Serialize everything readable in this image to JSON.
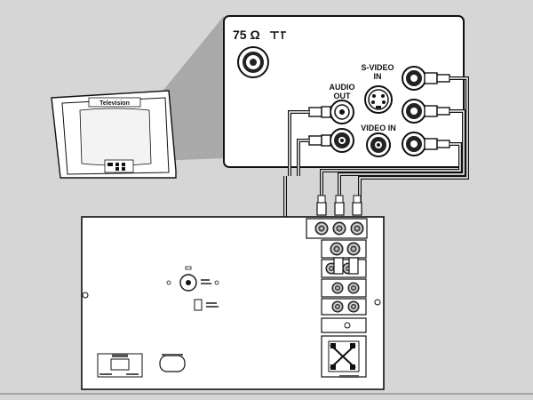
{
  "tv": {
    "label": "Television",
    "impedance_label": "75 Ω",
    "audio_out_label": [
      "AUDIO",
      "OUT"
    ],
    "svideo_in_label": [
      "S-VIDEO",
      "IN"
    ],
    "video_in_label": "VIDEO IN"
  },
  "colors": {
    "background": "#d6d6d6",
    "panel": "#ffffff",
    "line": "#111111",
    "zoom_wedge": "#a9a9a9"
  },
  "icons": [
    "antenna-jack-icon",
    "rca-jack-icon",
    "svideo-jack-icon",
    "rca-plug-icon",
    "power-socket-icon"
  ]
}
